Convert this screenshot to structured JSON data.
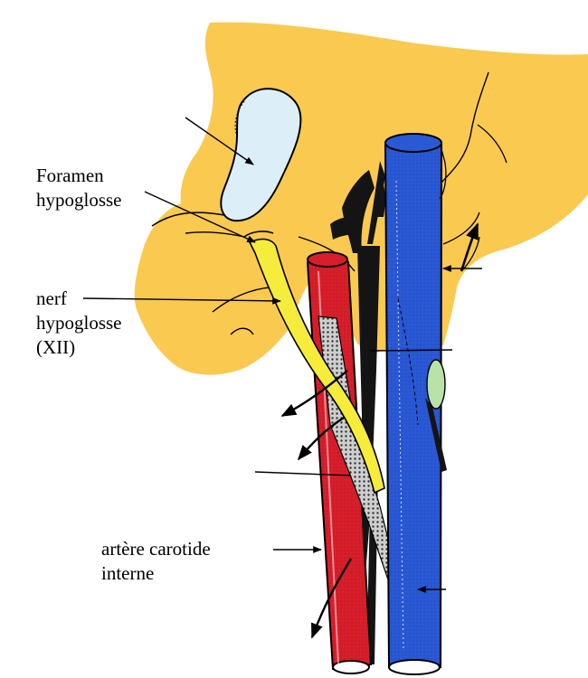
{
  "labels": {
    "foramen": [
      "Foramen",
      "hypoglosse"
    ],
    "nerf": [
      "nerf",
      "hypoglosse",
      "(XII)"
    ],
    "artere": [
      "artère carotide",
      "interne"
    ]
  },
  "colors": {
    "bone": "#fac950",
    "foramen_fill": "#dceef8",
    "nerve_yellow": "#f5ec3c",
    "artery_red": "#d81e2a",
    "vein_blue": "#2a59d6",
    "nerve_black": "#141414",
    "node_green": "#b9e2a8",
    "outline": "#000000"
  }
}
